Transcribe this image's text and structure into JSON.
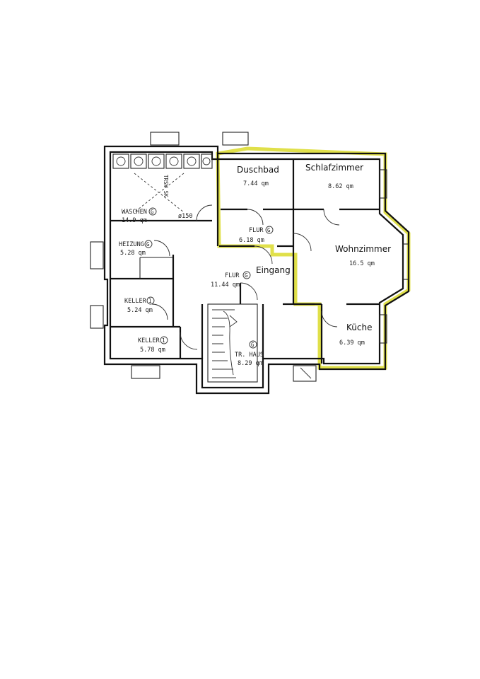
{
  "rooms": {
    "duschbad": {
      "name": "Duschbad",
      "area": "7.44 qm"
    },
    "schlafzimmer": {
      "name": "Schlafzimmer",
      "area": "8.62 qm"
    },
    "wohnzimmer": {
      "name": "Wohnzimmer",
      "area": "16.5 qm"
    },
    "kueche": {
      "name": "Küche",
      "area": "6.39 qm"
    },
    "flur_upper": {
      "name": "FLUR",
      "area": "6.18 qm"
    },
    "flur_main": {
      "name": "FLUR",
      "area": "11.44 qm"
    },
    "waschen": {
      "name": "WASCHEN",
      "area": "14.9 qm"
    },
    "heizung": {
      "name": "HEIZUNG",
      "area": "5.28 qm"
    },
    "keller1": {
      "name": "KELLER",
      "area": "5.24 qm"
    },
    "keller2": {
      "name": "KELLER",
      "area": "5.78 qm"
    },
    "treppenhaus": {
      "name": "TR. HAUS",
      "area": "8.29 qm"
    }
  },
  "labels": {
    "eingang": "Eingang",
    "pipe": "ø150",
    "vertical_note": "TRSW SK",
    "marker_g": "G",
    "marker_1": "1"
  },
  "colors": {
    "highlight": "#dada2a",
    "wall": "#111111"
  }
}
